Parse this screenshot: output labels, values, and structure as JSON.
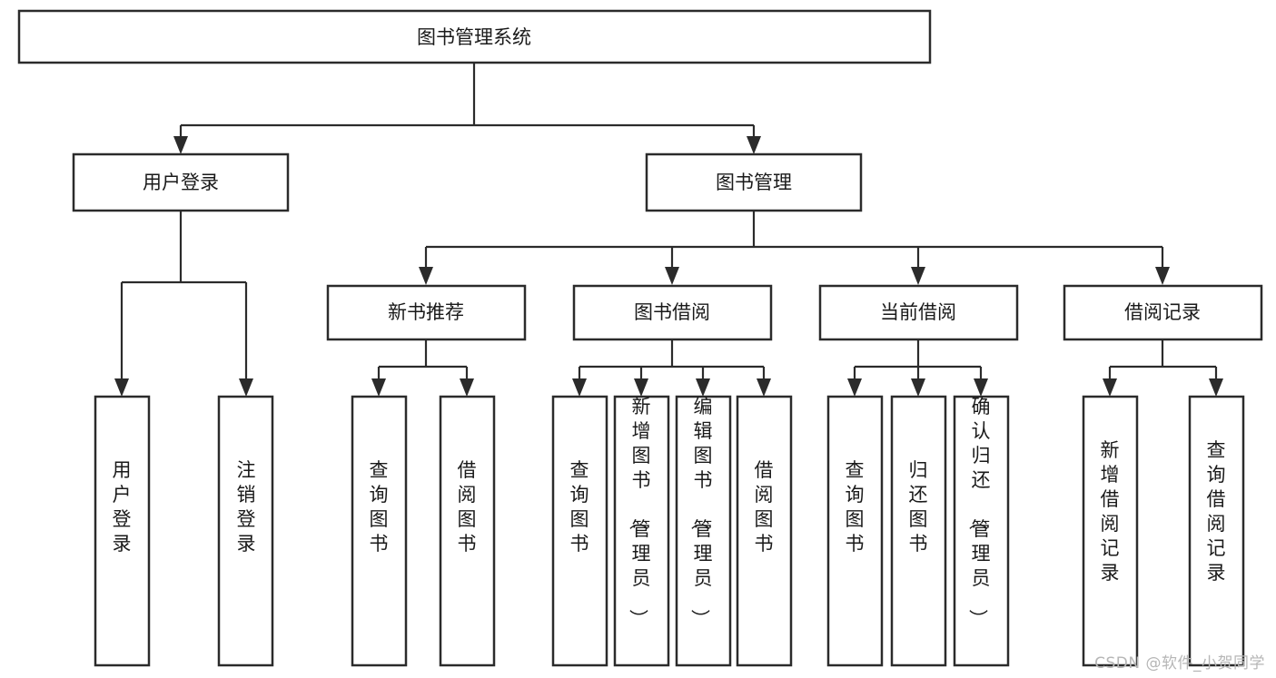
{
  "diagram": {
    "title": "图书管理系统",
    "watermark": "CSDN @软件_小贺同学",
    "colors": {
      "box_stroke": "#2b2b2b",
      "box_fill": "#ffffff",
      "text": "#1a1a1a",
      "watermark": "#b6b6b6",
      "background": "#ffffff"
    },
    "root": {
      "label": "图书管理系统"
    },
    "level2": [
      {
        "label": "用户登录"
      },
      {
        "label": "图书管理"
      }
    ],
    "level3": [
      {
        "label": "新书推荐"
      },
      {
        "label": "图书借阅"
      },
      {
        "label": "当前借阅"
      },
      {
        "label": "借阅记录"
      }
    ],
    "leaves": {
      "user_login": [
        {
          "label": "用户登录"
        },
        {
          "label": "注销登录"
        }
      ],
      "new_book_recommend": [
        {
          "label": "查询图书"
        },
        {
          "label": "借阅图书"
        }
      ],
      "book_borrow": [
        {
          "label": "查询图书"
        },
        {
          "label": "新增图书（管理员）"
        },
        {
          "label": "编辑图书（管理员）"
        },
        {
          "label": "借阅图书"
        }
      ],
      "current_borrow": [
        {
          "label": "查询图书"
        },
        {
          "label": "归还图书"
        },
        {
          "label": "确认归还（管理员）"
        }
      ],
      "borrow_record": [
        {
          "label": "新增借阅记录"
        },
        {
          "label": "查询借阅记录"
        }
      ]
    }
  }
}
